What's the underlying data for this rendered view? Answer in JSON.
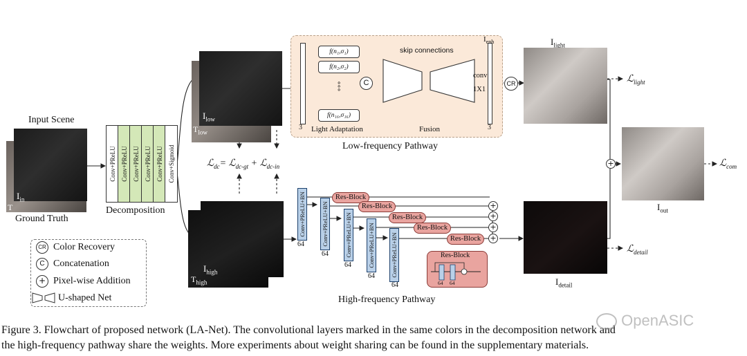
{
  "input": {
    "title": "Input Scene",
    "i_in": "I",
    "i_in_sub": "in",
    "t": "T",
    "ground_truth": "Ground Truth"
  },
  "decomposition": {
    "label": "Decomposition",
    "layers": [
      "Conv+PReLU",
      "Conv+PReLU",
      "Conv+PReLU",
      "Conv+PReLU",
      "Conv+PReLU",
      "Conv+Sigmoid"
    ]
  },
  "low": {
    "i": "I",
    "i_sub": "low",
    "t": "T",
    "t_sub": "low",
    "pathway": "Low-frequency Pathway",
    "light_adaptation": "Light Adaptation",
    "fusion": "Fusion",
    "skip": "skip connections",
    "f1": "f(n₁,σ₁)",
    "f2": "f(n₂,σ₂)",
    "f3": "f(n₁₆,σ₁₆)",
    "dots": "∘\n∘\n∘",
    "concat": "C",
    "conv": "conv",
    "conv_size": "1X1",
    "ch_left": "3",
    "ch_right": "3",
    "i_enh": "I",
    "i_enh_sub": "enh"
  },
  "loss": {
    "dc": "ℒ",
    "dc_sub": "dc",
    "eq": "= ℒ",
    "gt_sub": "dc-gt",
    "plus": "+ ℒ",
    "in_sub": "dc-in",
    "light": "ℒ",
    "light_sub": "light",
    "com": "ℒ",
    "com_sub": "com",
    "detail": "ℒ",
    "detail_sub": "detail"
  },
  "outputs": {
    "i_light": "I",
    "i_light_sub": "light",
    "cr": "CR",
    "i_out": "I",
    "i_out_sub": "out",
    "i_detail": "I",
    "i_detail_sub": "detail",
    "plus": "+"
  },
  "high": {
    "i": "I",
    "i_sub": "high",
    "t": "T",
    "t_sub": "high",
    "pathway": "High-frequency Pathway",
    "conv_label": "Conv+PReLU+BN",
    "channels": [
      "64",
      "64",
      "64",
      "64",
      "64"
    ],
    "res_blocks": [
      "Res-Block",
      "Res-Block",
      "Res-Block",
      "Res-Block",
      "Res-Block"
    ],
    "inset_title": "Res-Block",
    "inset_ch": [
      "64",
      "64"
    ],
    "plus": "+"
  },
  "legend": {
    "items": [
      {
        "symbol": "CR",
        "label": "Color Recovery"
      },
      {
        "symbol": "C",
        "label": "Concatenation"
      },
      {
        "symbol": "+",
        "label": "Pixel-wise Addition"
      },
      {
        "symbol": "",
        "label": "U-shaped Net"
      }
    ]
  },
  "caption": {
    "line1": "Figure 3. Flowchart of proposed network (LA-Net). The convolutional layers marked in the same colors in the decomposition network and",
    "line2": "the high-frequency pathway share the weights. More experiments about weight sharing can be found in the supplementary materials."
  },
  "watermark": "OpenASIC"
}
